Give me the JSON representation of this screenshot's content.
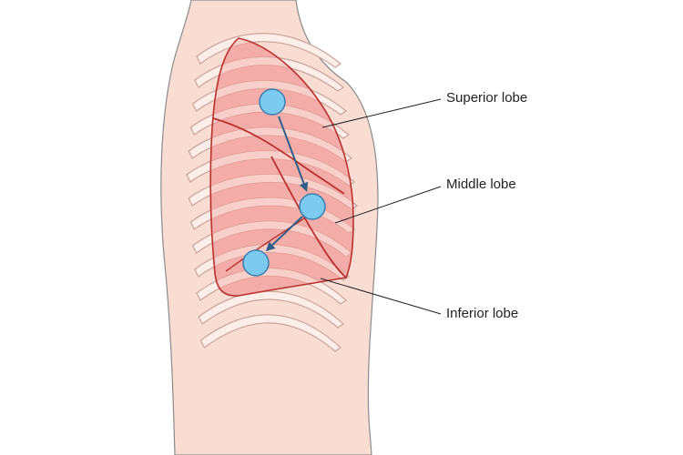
{
  "labels": {
    "superior": "Superior lobe",
    "middle": "Middle lobe",
    "inferior": "Inferior lobe"
  },
  "colors": {
    "skin": "#f9ddd2",
    "skin_outline": "#8a8a8a",
    "rib_fill": "#fdeee8",
    "rib_outline": "#c9a39a",
    "lung_fill": "#f3aca8",
    "lung_rib_fill": "#f8cfc9",
    "lung_outline": "#b8312f",
    "marker_fill": "#7ccaf0",
    "marker_outline": "#3a7fb0",
    "arrow": "#2f5f86",
    "leader_line": "#222222"
  },
  "icons": {
    "markers": [
      "circle-marker",
      "circle-marker",
      "circle-marker"
    ],
    "arrows": [
      "arrow-down-icon",
      "arrow-down-left-icon"
    ]
  }
}
